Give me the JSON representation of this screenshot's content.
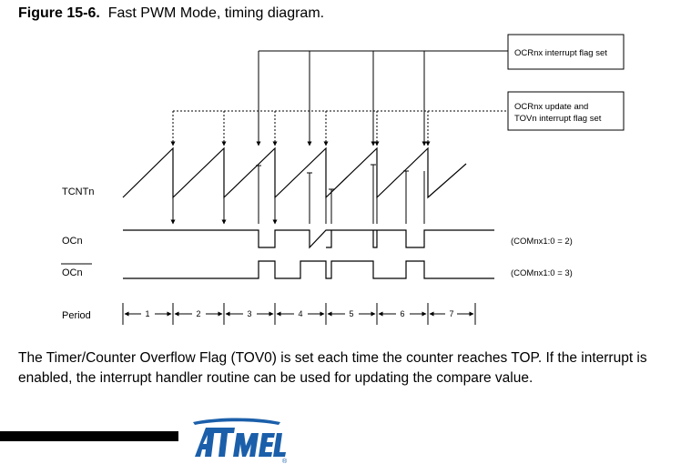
{
  "figure": {
    "number": "Figure 15-6.",
    "title": "Fast PWM Mode, timing diagram."
  },
  "callouts": {
    "interrupt_flag": "OCRnx interrupt flag set",
    "update_line1": "OCRnx update and",
    "update_line2": "TOVn interrupt flag set"
  },
  "signals": {
    "tcnt": "TCNTn",
    "ocn": "OCn",
    "ocn_inv": "OCn",
    "period": "Period"
  },
  "modes": {
    "com2": "(COMnx1:0 = 2)",
    "com3": "(COMnx1:0 = 3)"
  },
  "periods": [
    "1",
    "2",
    "3",
    "4",
    "5",
    "6",
    "7"
  ],
  "body_text": "The Timer/Counter Overflow Flag (TOV0) is set each time the counter reaches TOP. If the interrupt is enabled, the interrupt handler routine can be used for updating the compare value.",
  "logo": {
    "name": "ATMEL",
    "mark": "®",
    "color": "#1b5faa"
  }
}
